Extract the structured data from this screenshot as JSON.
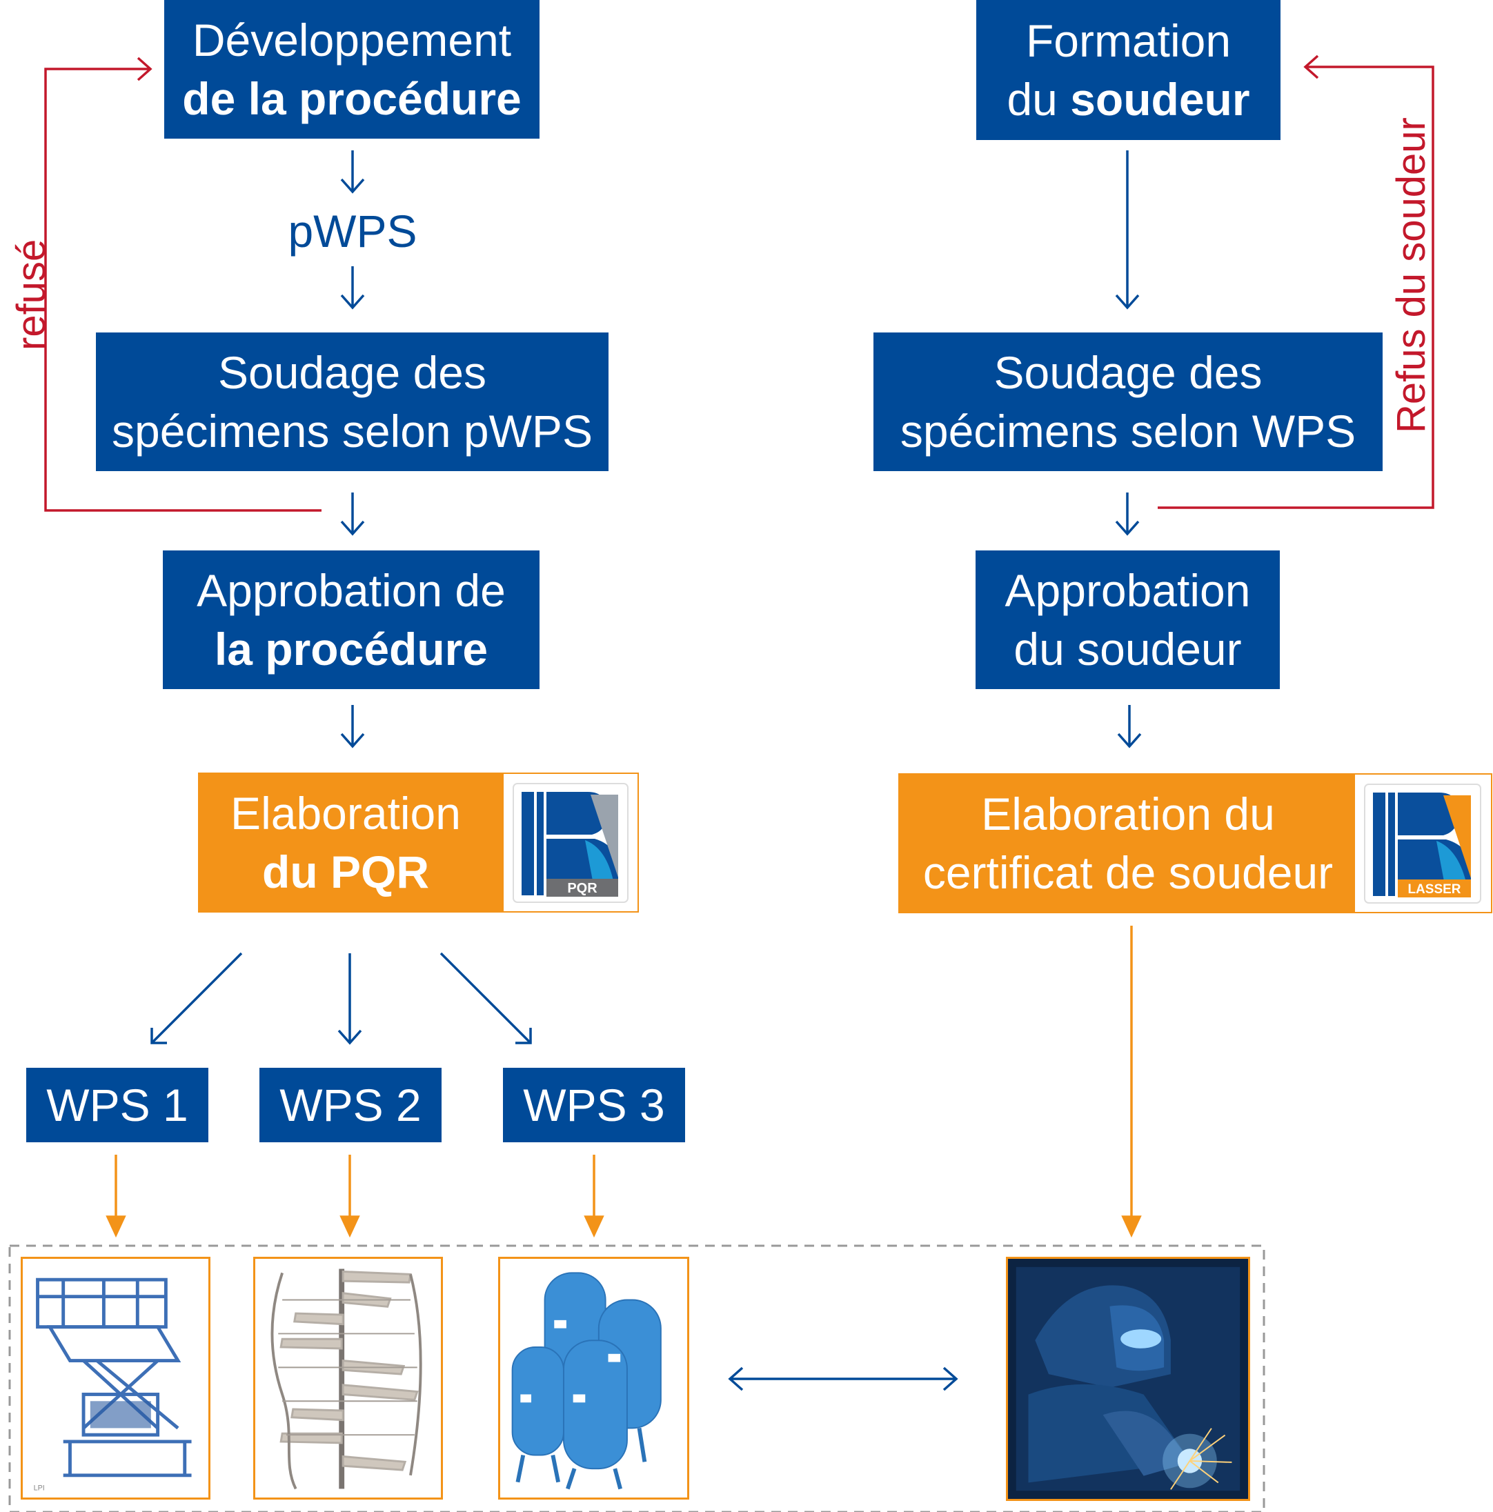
{
  "left": {
    "dev_line1": "Développement",
    "dev_line2": "de la procédure",
    "pwps": "pWPS",
    "weld_line1": "Soudage des",
    "weld_line2": "spécimens selon pWPS",
    "approval_line1": "Approbation de",
    "approval_line2": "la procédure",
    "pqr_line1": "Elaboration",
    "pqr_line2": "du PQR",
    "pqr_logo_text": "PQR",
    "refused": "refusé",
    "wps": [
      "WPS 1",
      "WPS 2",
      "WPS 3"
    ]
  },
  "right": {
    "training_line1": "Formation",
    "training_line2a": "du ",
    "training_line2b": "soudeur",
    "weld_line1": "Soudage des",
    "weld_line2": "spécimens selon WPS",
    "approval_line1": "Approbation",
    "approval_line2": "du soudeur",
    "cert_line1": "Elaboration du",
    "cert_line2": "certificat de soudeur",
    "cert_logo_text": "LASSER",
    "refused": "Refus du soudeur"
  },
  "photos": {
    "wps1_caption": "LPI"
  },
  "colors": {
    "blue": "#004a98",
    "orange": "#f39318",
    "red": "#c3182b",
    "grey_dash": "#999999"
  }
}
